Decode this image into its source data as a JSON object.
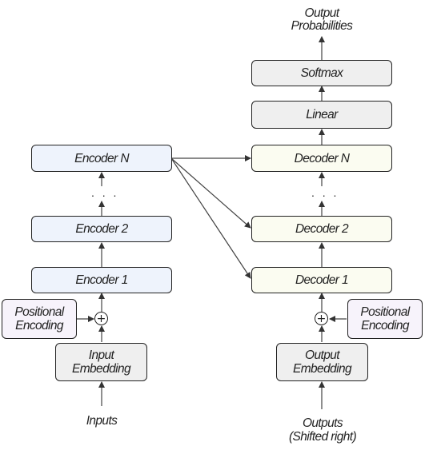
{
  "encoder": {
    "input_label": "Inputs",
    "embedding": "Input\nEmbedding",
    "positional": "Positional\nEncoding",
    "plus": "+",
    "layers": [
      "Encoder 1",
      "Encoder 2",
      "Encoder N"
    ],
    "ellipsis": ". . ."
  },
  "decoder": {
    "input_label": "Outputs\n(Shifted right)",
    "embedding": "Output\nEmbedding",
    "positional": "Positional\nEncoding",
    "plus": "+",
    "layers": [
      "Decoder 1",
      "Decoder 2",
      "Decoder N"
    ],
    "ellipsis": ". . .",
    "linear": "Linear",
    "softmax": "Softmax",
    "output_label": "Output\nProbabilities"
  },
  "colors": {
    "encoder_fill": "#eef3fc",
    "decoder_fill": "#fbfcf1",
    "neutral_fill": "#efefef",
    "positional_fill": "#f7f3fb",
    "stroke": "#222222"
  }
}
